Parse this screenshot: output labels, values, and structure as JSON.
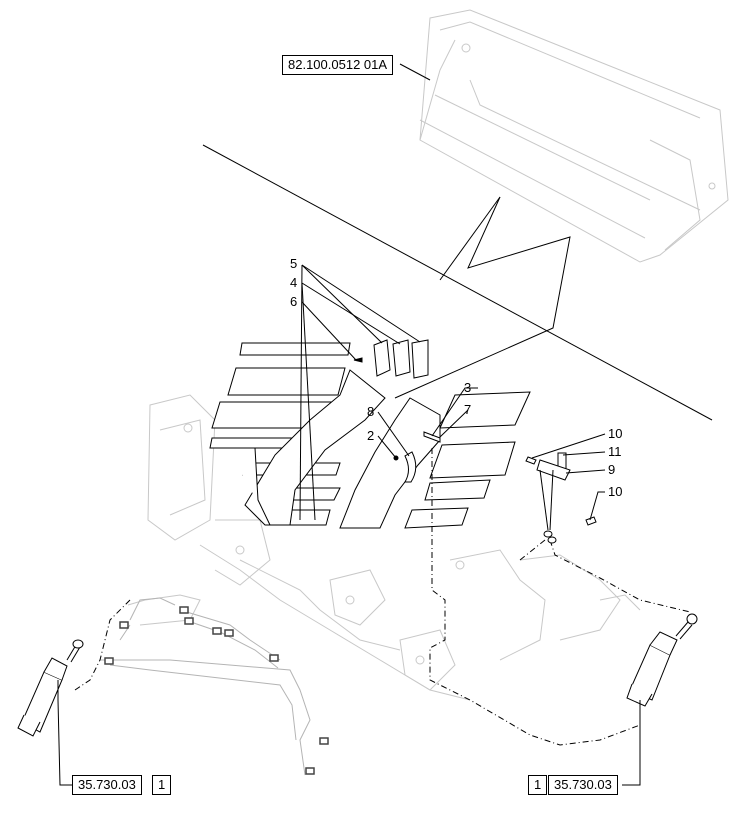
{
  "references": {
    "top": "82.100.0512 01A",
    "bottom_left_code": "35.730.03",
    "bottom_left_qty": "1",
    "bottom_right_qty": "1",
    "bottom_right_code": "35.730.03"
  },
  "callouts": {
    "c1": "5",
    "c2": "4",
    "c3": "6",
    "c4": "3",
    "c5": "7",
    "c6": "8",
    "c7": "2",
    "c8": "10",
    "c9": "11",
    "c10": "9",
    "c11": "10"
  },
  "colors": {
    "line": "#000000",
    "ghost": "#c8c8c8",
    "paper": "#ffffff"
  }
}
